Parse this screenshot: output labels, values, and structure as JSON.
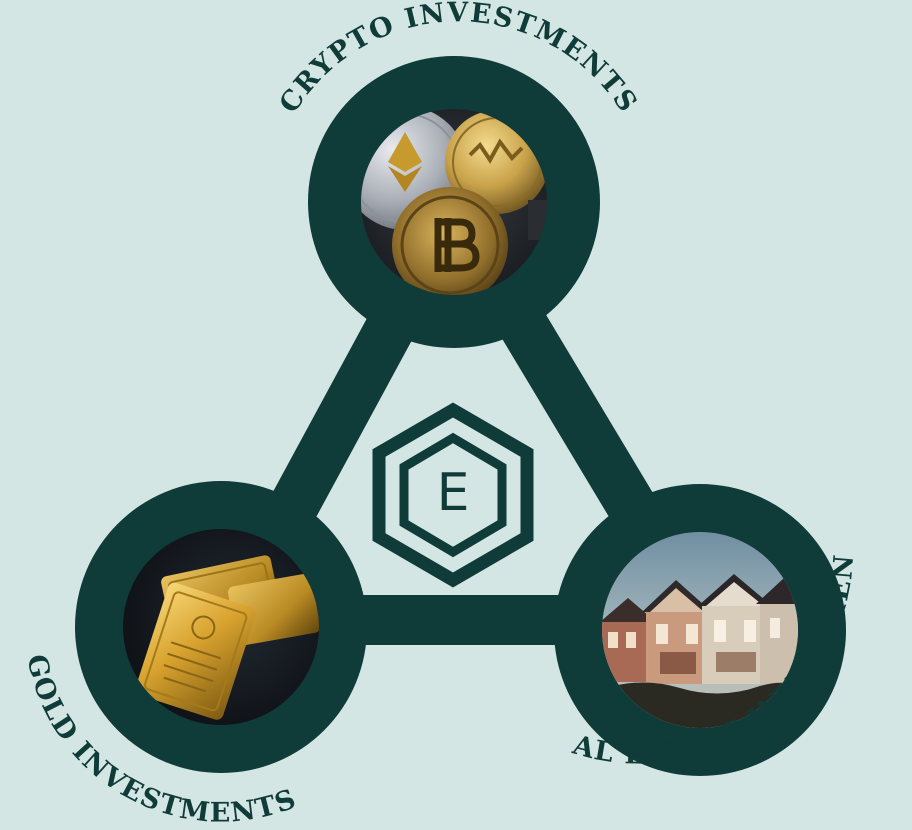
{
  "diagram": {
    "labels": {
      "crypto": "CRYPTO INVESTMENTS",
      "gold": "GOLD INVESTMENTS",
      "real_estate": "REAL ESTATE INVESTMENTS"
    },
    "logo": {
      "letter": "E"
    }
  },
  "colors": {
    "background": "#d4e6e4",
    "ring": "#0f3b39",
    "text": "#0f3b39"
  },
  "icons": {
    "crypto": "crypto-coins-photo",
    "gold": "gold-bars-photo",
    "real_estate": "houses-photo",
    "logo": "hexagon-e-logo"
  }
}
